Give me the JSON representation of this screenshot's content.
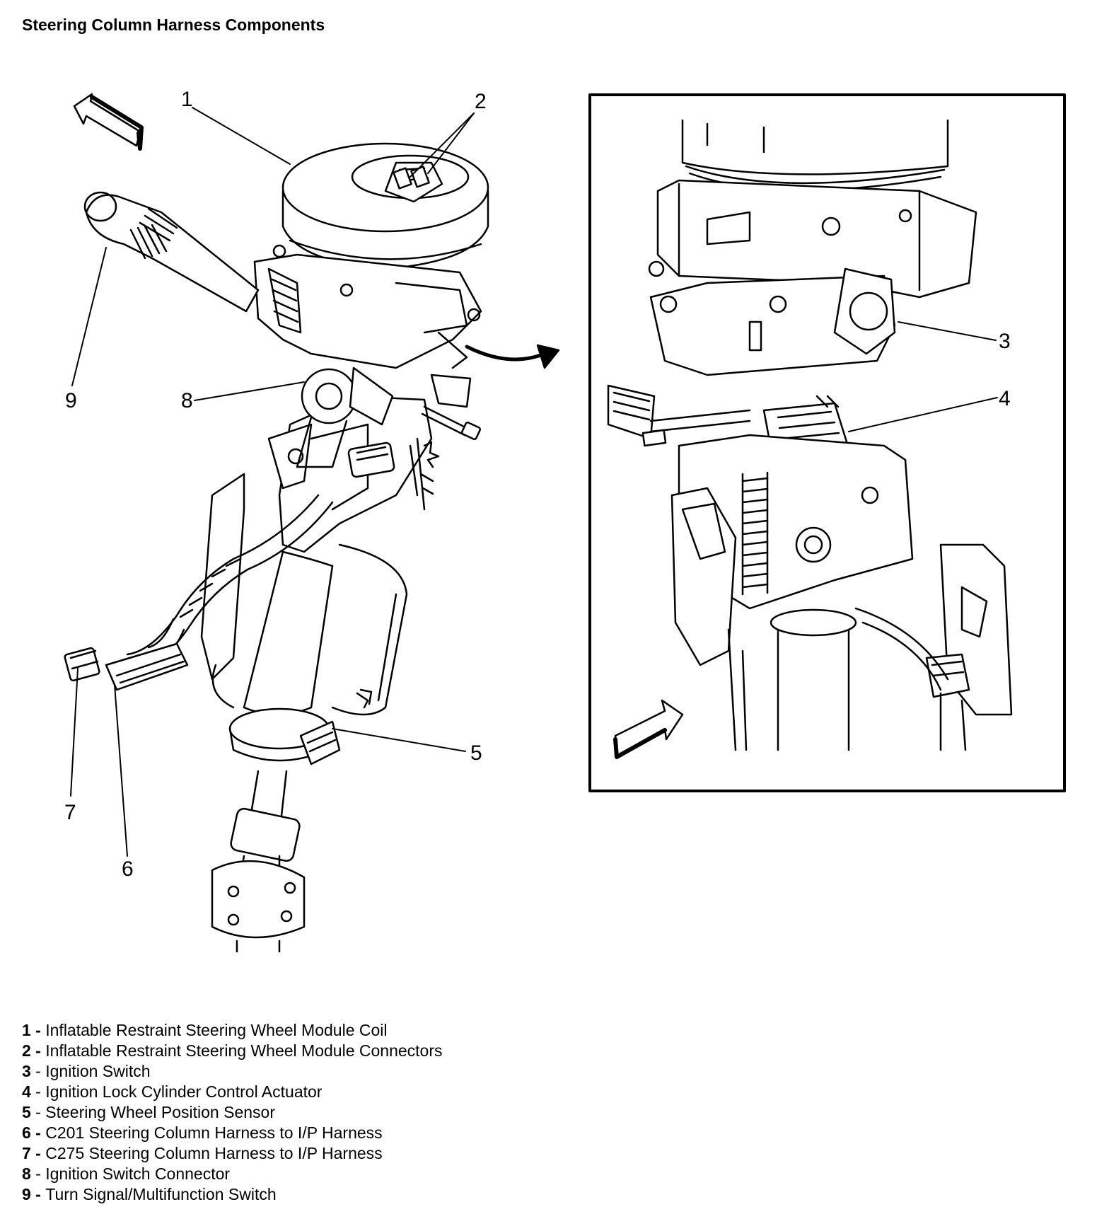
{
  "title": "Steering Column Harness Components",
  "callouts": [
    "1",
    "2",
    "3",
    "4",
    "5",
    "6",
    "7",
    "8",
    "9"
  ],
  "legend": [
    {
      "num": "1",
      "sep": " - ",
      "text": "Inflatable Restraint Steering Wheel Module Coil"
    },
    {
      "num": "2",
      "sep": " - ",
      "text": "Inflatable Restraint Steering Wheel Module Connectors"
    },
    {
      "num": "3",
      "sep": " - ",
      "text": "Ignition Switch"
    },
    {
      "num": "4",
      "sep": " - ",
      "text": "Ignition Lock Cylinder Control Actuator"
    },
    {
      "num": "5",
      "sep": " - ",
      "text": "Steering Wheel Position Sensor"
    },
    {
      "num": "6",
      "sep": " - ",
      "text": "C201 Steering Column Harness to I/P Harness"
    },
    {
      "num": "7",
      "sep": " - ",
      "text": "C275 Steering Column Harness to I/P Harness"
    },
    {
      "num": "8",
      "sep": " - ",
      "text": "Ignition Switch Connector"
    },
    {
      "num": "9",
      "sep": " - ",
      "text": "Turn Signal/Multifunction Switch"
    }
  ]
}
